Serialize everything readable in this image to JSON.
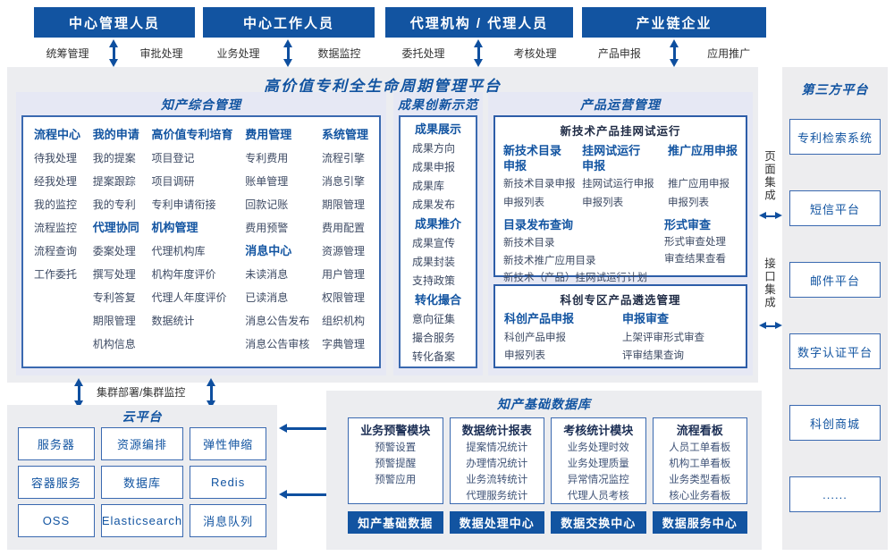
{
  "colors": {
    "primary_blue": "#1254a1",
    "arrow_blue": "#0e4f9f",
    "box_border_blue": "#3a69b0",
    "subbox_border_blue": "#2d5da8",
    "panel_gray": "#ecedf0",
    "section_lavender": "#e6e8f4",
    "dark_navy_text": "#1e2a44",
    "item_text": "#3d4a63"
  },
  "icons": {
    "vertical_double_arrow": "css-triangle-double-arrow",
    "horizontal_double_arrow": "css-triangle-double-arrow",
    "horizontal_left_arrow": "css-triangle-left-arrow"
  },
  "actors": [
    {
      "title": "中心管理人员",
      "left": "统筹管理",
      "right": "审批处理"
    },
    {
      "title": "中心工作人员",
      "left": "业务处理",
      "right": "数据监控"
    },
    {
      "title": "代理机构 / 代理人员",
      "left": "委托处理",
      "right": "考核处理"
    },
    {
      "title": "产业链企业",
      "left": "产品申报",
      "right": "应用推广"
    }
  ],
  "platform": {
    "title": "高价值专利全生命周期管理平台",
    "ip": {
      "title": "知产综合管理",
      "cols": [
        {
          "groups": [
            {
              "h": "流程中心",
              "items": [
                "待我处理",
                "经我处理",
                "我的监控",
                "流程监控",
                "流程查询",
                "工作委托"
              ]
            }
          ]
        },
        {
          "groups": [
            {
              "h": "我的申请",
              "items": [
                "我的提案",
                "提案跟踪",
                "我的专利"
              ]
            },
            {
              "h": "代理协同",
              "items": [
                "委案处理",
                "撰写处理",
                "专利答复",
                "期限管理",
                "机构信息"
              ]
            }
          ]
        },
        {
          "groups": [
            {
              "h": "高价值专利培育",
              "items": [
                "项目登记",
                "项目调研",
                "专利申请衔接"
              ]
            },
            {
              "h": "机构管理",
              "items": [
                "代理机构库",
                "机构年度评价",
                "代理人年度评价",
                "数据统计"
              ]
            }
          ]
        },
        {
          "groups": [
            {
              "h": "费用管理",
              "items": [
                "专利费用",
                "账单管理",
                "回款记账",
                "费用预警"
              ]
            },
            {
              "h": "消息中心",
              "items": [
                "未读消息",
                "已读消息",
                "消息公告发布",
                "消息公告审核"
              ]
            }
          ]
        },
        {
          "groups": [
            {
              "h": "系统管理",
              "items": [
                "流程引擎",
                "消息引擎",
                "期限管理",
                "费用配置",
                "资源管理",
                "用户管理",
                "权限管理",
                "组织机构",
                "字典管理"
              ]
            }
          ]
        }
      ]
    },
    "ach": {
      "title": "成果创新示范",
      "groups": [
        {
          "h": "成果展示",
          "items": [
            "成果方向",
            "成果申报",
            "成果库",
            "成果发布"
          ]
        },
        {
          "h": "成果推介",
          "items": [
            "成果宣传",
            "成果封装",
            "支持政策"
          ]
        },
        {
          "h": "转化撮合",
          "items": [
            "意向征集",
            "撮合服务",
            "转化备案"
          ]
        }
      ]
    },
    "prod": {
      "title": "产品运营管理",
      "box1": {
        "title": "新技术产品挂网试运行",
        "cols": [
          {
            "h_lines": [
              "新技术目录",
              "申报"
            ],
            "items": [
              "新技术目录申报",
              "申报列表"
            ]
          },
          {
            "h_lines": [
              "挂网试运行",
              "申报"
            ],
            "items": [
              "挂网试运行申报",
              "申报列表"
            ]
          },
          {
            "h_lines": [
              "推广应用申报"
            ],
            "items": [
              "推广应用申报",
              "申报列表"
            ]
          }
        ],
        "catalog": {
          "h": "目录发布查询",
          "row1": [
            "新技术目录",
            "新技术推广应用目录"
          ],
          "row2": "新技术（产品）挂网试运行计划"
        },
        "review": {
          "h": "形式审查",
          "items": [
            "形式审查处理",
            "审查结果查看"
          ]
        }
      },
      "box2": {
        "title": "科创专区产品遴选管理",
        "cols": [
          {
            "h": "科创产品申报",
            "items": [
              "科创产品申报",
              "申报列表"
            ]
          },
          {
            "h": "申报审查",
            "items": [
              "上架评审形式审查",
              "评审结果查询"
            ]
          }
        ]
      }
    }
  },
  "cluster": {
    "label": "集群部署/集群监控"
  },
  "cloud": {
    "title": "云平台",
    "boxes": [
      "服务器",
      "资源编排",
      "弹性伸缩",
      "容器服务",
      "数据库",
      "Redis",
      "OSS",
      "Elasticsearch",
      "消息队列"
    ]
  },
  "database": {
    "title": "知产基础数据库",
    "modules": [
      {
        "h": "业务预警模块",
        "items": [
          "预警设置",
          "预警提醒",
          "预警应用"
        ],
        "bar": "知产基础数据"
      },
      {
        "h": "数据统计报表",
        "items": [
          "提案情况统计",
          "办理情况统计",
          "业务流转统计",
          "代理服务统计"
        ],
        "bar": "数据处理中心"
      },
      {
        "h": "考核统计模块",
        "items": [
          "业务处理时效",
          "业务处理质量",
          "异常情况监控",
          "代理人员考核"
        ],
        "bar": "数据交换中心"
      },
      {
        "h": "流程看板",
        "items": [
          "人员工单看板",
          "机构工单看板",
          "业务类型看板",
          "核心业务看板"
        ],
        "bar": "数据服务中心"
      }
    ]
  },
  "integration": {
    "page_label": "页面集成",
    "api_label": "接口集成"
  },
  "third_party": {
    "title": "第三方平台",
    "boxes": [
      "专利检索系统",
      "短信平台",
      "邮件平台",
      "数字认证平台",
      "科创商城",
      "......"
    ]
  }
}
